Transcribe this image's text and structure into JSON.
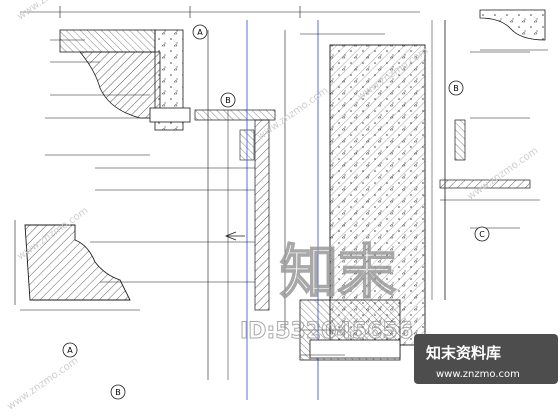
{
  "title": "",
  "section_refs": {
    "a": "A",
    "b": "B",
    "c": "C"
  },
  "callouts": {
    "left_1": "",
    "left_2": "",
    "left_3": "",
    "left_4": "",
    "left_5": "",
    "mid_1": "",
    "mid_2": "",
    "mid_3": "",
    "mid_4": "",
    "mid_5": "",
    "right_1": "",
    "right_2": "",
    "right_3": "",
    "right_4": "",
    "bottom_1": "",
    "bottom_2": "",
    "detail_a_caption": "",
    "detail_b_caption": ""
  },
  "watermark": {
    "logo_text": "知末",
    "id_text": "ID:532045656",
    "brand_cn": "知末资料库",
    "brand_url": "www.znzmo.com"
  },
  "colors": {
    "line": "#1a1a1a",
    "blue": "#2f4fd0",
    "hatch": "#333333",
    "watermark": "#bdbdbd",
    "badge": "#4d4d4d"
  }
}
